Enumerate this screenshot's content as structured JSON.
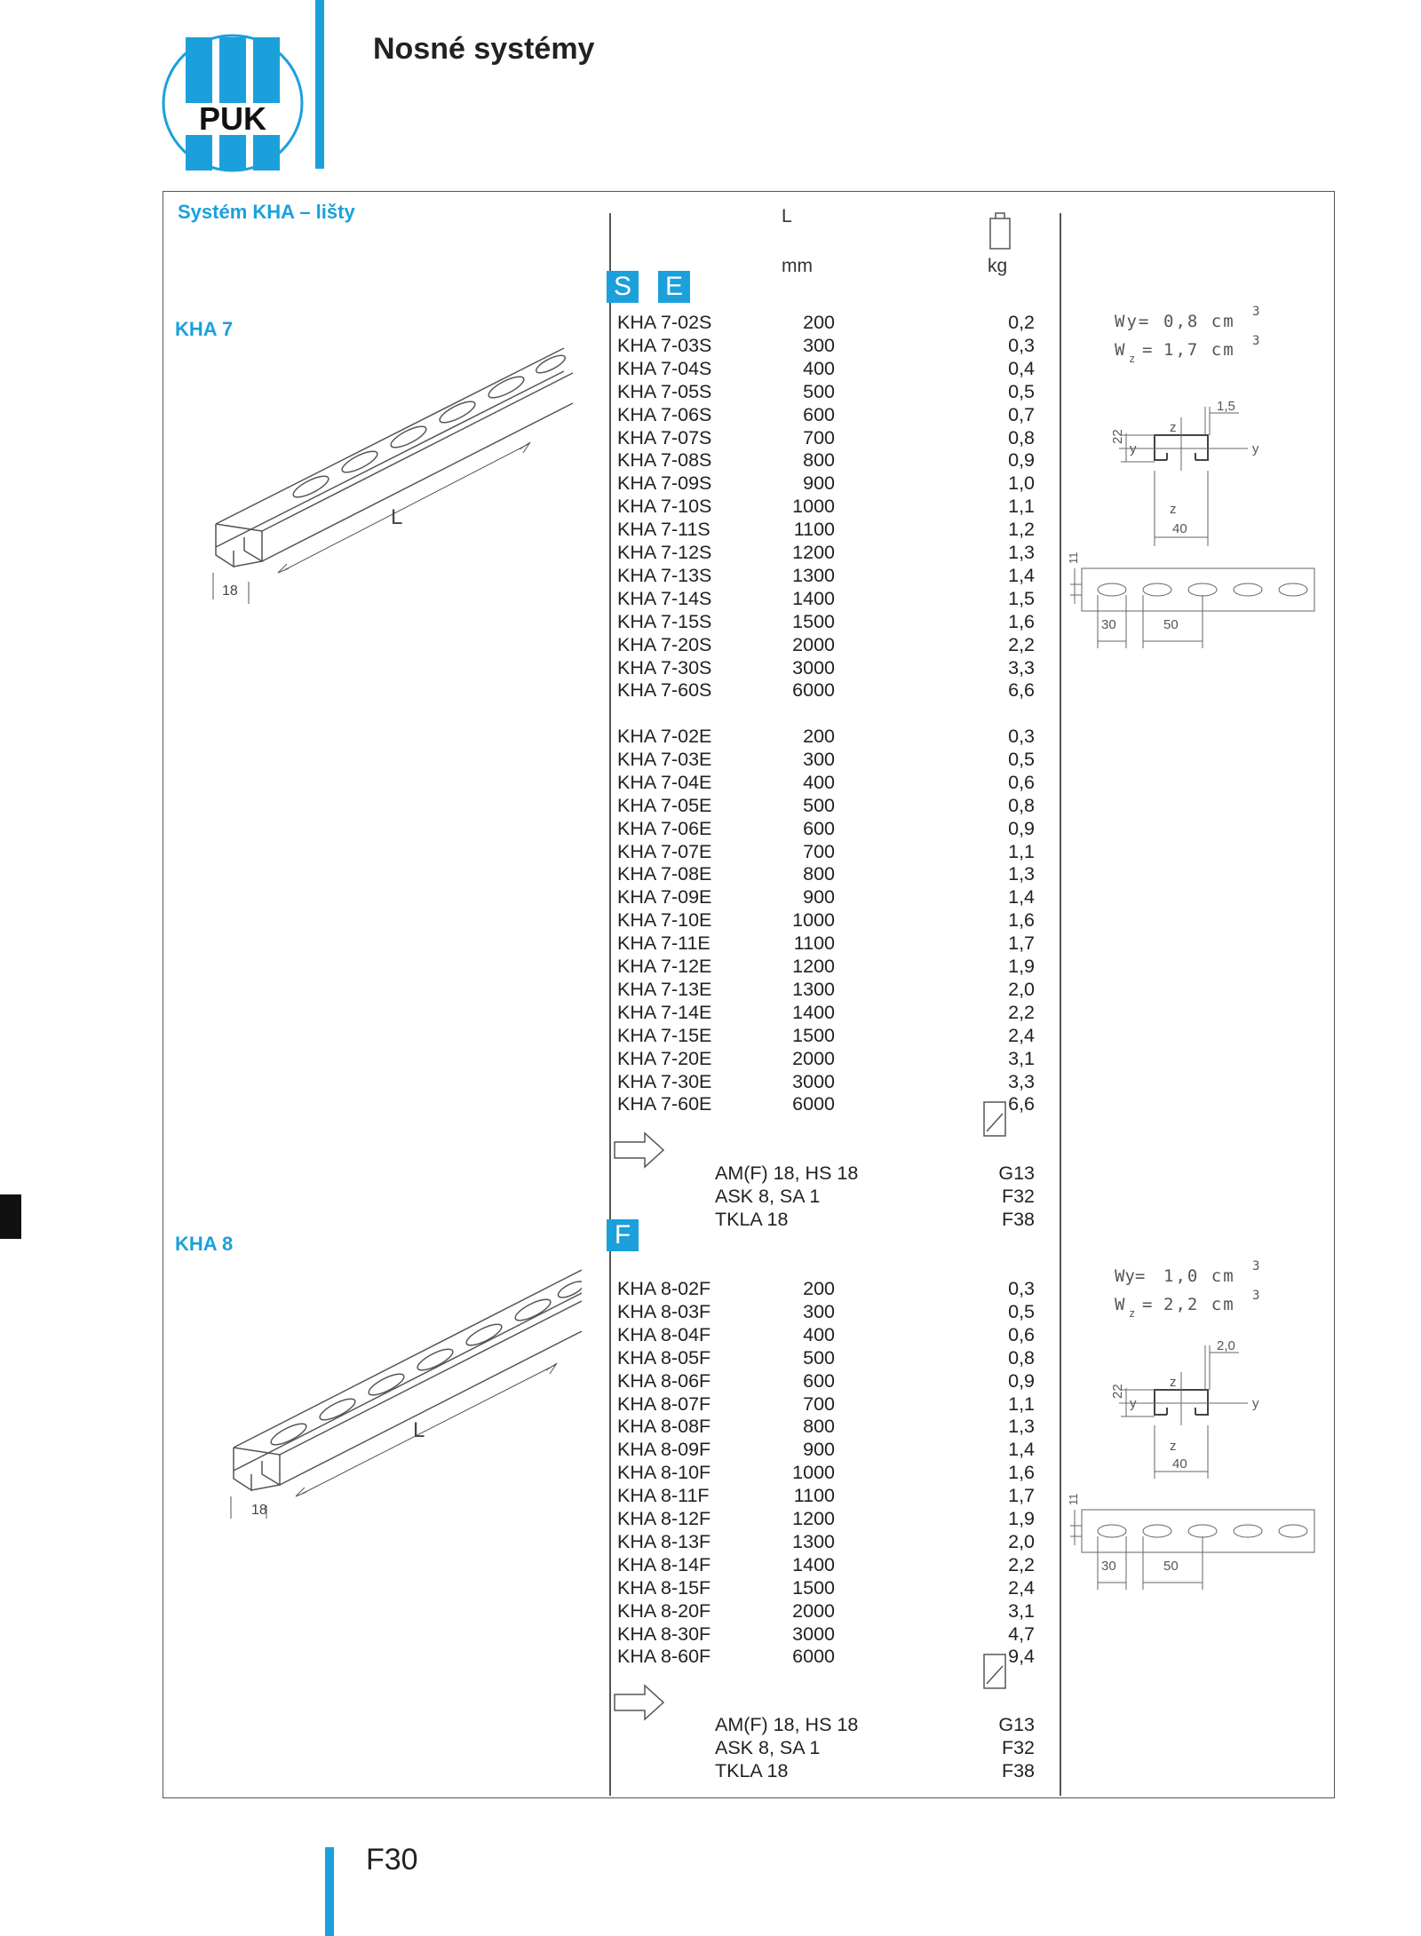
{
  "header": {
    "logo_text": "PUK",
    "title": "Nosné systémy",
    "brand_color": "#1ba0dc"
  },
  "section_title": "Systém KHA – lišty",
  "columns": {
    "length_symbol": "L",
    "length_unit": "mm",
    "weight_unit": "kg"
  },
  "kha7": {
    "label": "KHA 7",
    "badges": [
      "S",
      "E"
    ],
    "drawing_labels": {
      "length": "L",
      "width": "18"
    },
    "rows_s": [
      [
        "KHA 7-02S",
        "200",
        "0,2"
      ],
      [
        "KHA 7-03S",
        "300",
        "0,3"
      ],
      [
        "KHA 7-04S",
        "400",
        "0,4"
      ],
      [
        "KHA 7-05S",
        "500",
        "0,5"
      ],
      [
        "KHA 7-06S",
        "600",
        "0,7"
      ],
      [
        "KHA 7-07S",
        "700",
        "0,8"
      ],
      [
        "KHA 7-08S",
        "800",
        "0,9"
      ],
      [
        "KHA 7-09S",
        "900",
        "1,0"
      ],
      [
        "KHA 7-10S",
        "1000",
        "1,1"
      ],
      [
        "KHA 7-11S",
        "1100",
        "1,2"
      ],
      [
        "KHA 7-12S",
        "1200",
        "1,3"
      ],
      [
        "KHA 7-13S",
        "1300",
        "1,4"
      ],
      [
        "KHA 7-14S",
        "1400",
        "1,5"
      ],
      [
        "KHA 7-15S",
        "1500",
        "1,6"
      ],
      [
        "KHA 7-20S",
        "2000",
        "2,2"
      ],
      [
        "KHA 7-30S",
        "3000",
        "3,3"
      ],
      [
        "KHA 7-60S",
        "6000",
        "6,6"
      ]
    ],
    "rows_e": [
      [
        "KHA 7-02E",
        "200",
        "0,3"
      ],
      [
        "KHA 7-03E",
        "300",
        "0,5"
      ],
      [
        "KHA 7-04E",
        "400",
        "0,6"
      ],
      [
        "KHA 7-05E",
        "500",
        "0,8"
      ],
      [
        "KHA 7-06E",
        "600",
        "0,9"
      ],
      [
        "KHA 7-07E",
        "700",
        "1,1"
      ],
      [
        "KHA 7-08E",
        "800",
        "1,3"
      ],
      [
        "KHA 7-09E",
        "900",
        "1,4"
      ],
      [
        "KHA 7-10E",
        "1000",
        "1,6"
      ],
      [
        "KHA 7-11E",
        "1100",
        "1,7"
      ],
      [
        "KHA 7-12E",
        "1200",
        "1,9"
      ],
      [
        "KHA 7-13E",
        "1300",
        "2,0"
      ],
      [
        "KHA 7-14E",
        "1400",
        "2,2"
      ],
      [
        "KHA 7-15E",
        "1500",
        "2,4"
      ],
      [
        "KHA 7-20E",
        "2000",
        "3,1"
      ],
      [
        "KHA 7-30E",
        "3000",
        "3,3"
      ],
      [
        "KHA 7-60E",
        "6000",
        "6,6"
      ]
    ],
    "accessories": [
      [
        "AM(F) 18, HS 18",
        "G13"
      ],
      [
        "ASK 8, SA 1",
        "F32"
      ],
      [
        "TKLA 18",
        "F38"
      ]
    ],
    "section": {
      "wy_label": "Wy=",
      "wy_value": "0,8 cm",
      "wz_label": "W",
      "wz_sub": "z",
      "wz_eq": "=",
      "wz_value": "1,7 cm",
      "exp": "3",
      "thickness": "1,5",
      "height": "22",
      "width": "40",
      "slot_h": "11",
      "pitch_a": "30",
      "pitch_b": "50",
      "axis_y": "y",
      "axis_z": "z"
    }
  },
  "kha8": {
    "label": "KHA 8",
    "badges": [
      "F"
    ],
    "drawing_labels": {
      "length": "L",
      "width": "18"
    },
    "rows_f": [
      [
        "KHA 8-02F",
        "200",
        "0,3"
      ],
      [
        "KHA 8-03F",
        "300",
        "0,5"
      ],
      [
        "KHA 8-04F",
        "400",
        "0,6"
      ],
      [
        "KHA 8-05F",
        "500",
        "0,8"
      ],
      [
        "KHA 8-06F",
        "600",
        "0,9"
      ],
      [
        "KHA 8-07F",
        "700",
        "1,1"
      ],
      [
        "KHA 8-08F",
        "800",
        "1,3"
      ],
      [
        "KHA 8-09F",
        "900",
        "1,4"
      ],
      [
        "KHA 8-10F",
        "1000",
        "1,6"
      ],
      [
        "KHA 8-11F",
        "1100",
        "1,7"
      ],
      [
        "KHA 8-12F",
        "1200",
        "1,9"
      ],
      [
        "KHA 8-13F",
        "1300",
        "2,0"
      ],
      [
        "KHA 8-14F",
        "1400",
        "2,2"
      ],
      [
        "KHA 8-15F",
        "1500",
        "2,4"
      ],
      [
        "KHA 8-20F",
        "2000",
        "3,1"
      ],
      [
        "KHA 8-30F",
        "3000",
        "4,7"
      ],
      [
        "KHA 8-60F",
        "6000",
        "9,4"
      ]
    ],
    "accessories": [
      [
        "AM(F) 18, HS 18",
        "G13"
      ],
      [
        "ASK 8, SA 1",
        "F32"
      ],
      [
        "TKLA 18",
        "F38"
      ]
    ],
    "section": {
      "wy_label": "Wy=",
      "wy_value": "1,0 cm",
      "wz_label": "W",
      "wz_sub": "z",
      "wz_eq": "=",
      "wz_value": "2,2 cm",
      "exp": "3",
      "thickness": "2,0",
      "height": "22",
      "width": "40",
      "slot_h": "11",
      "pitch_a": "30",
      "pitch_b": "50",
      "axis_y": "y",
      "axis_z": "z"
    }
  },
  "footer": {
    "page_number": "F30"
  }
}
